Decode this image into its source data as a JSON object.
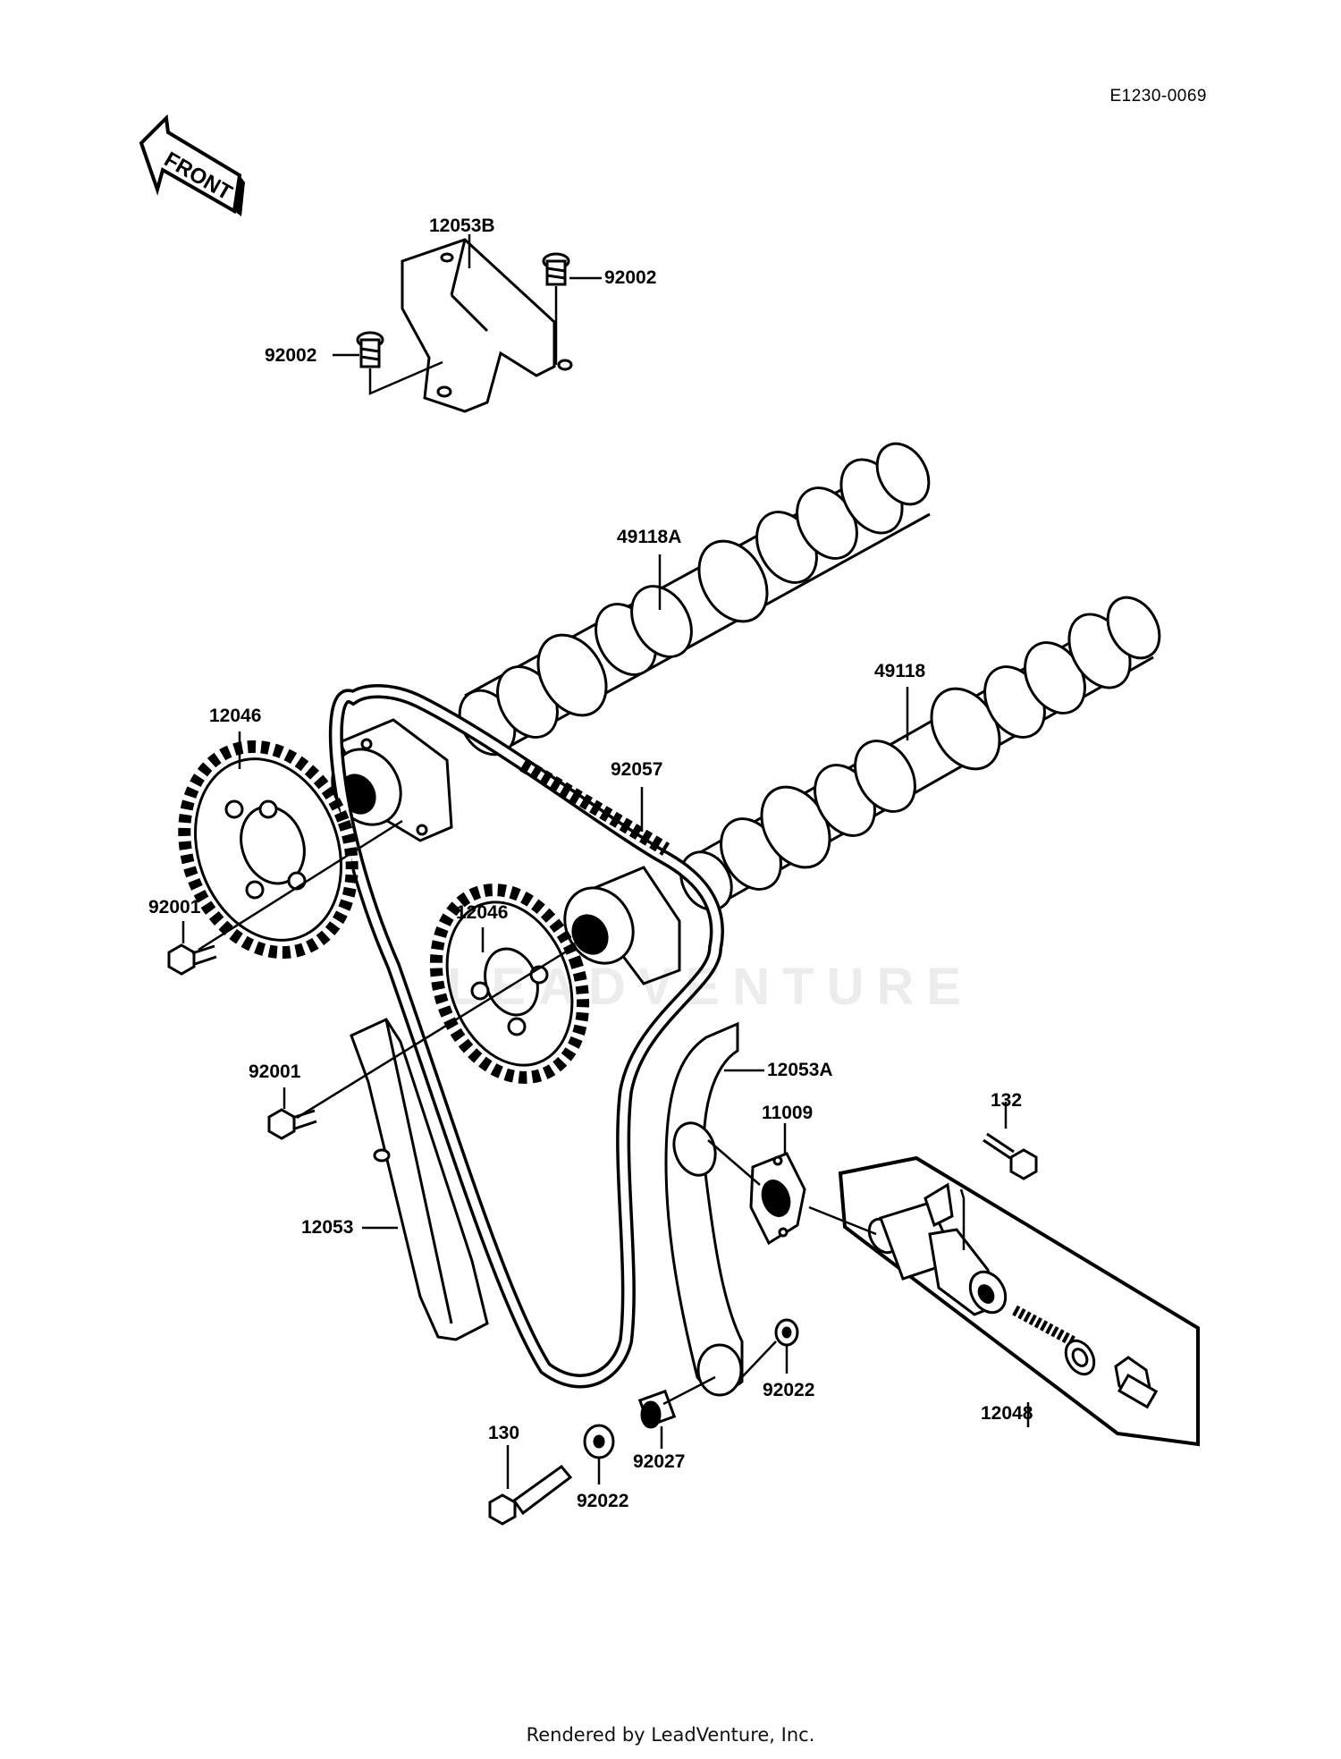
{
  "diagram_code": "E1230-0069",
  "front_label": "FRONT",
  "watermark": "LEADVENTURE",
  "footer": "Rendered by LeadVenture, Inc.",
  "callouts": {
    "p12053B": "12053B",
    "p92002a": "92002",
    "p92002b": "92002",
    "p49118A": "49118A",
    "p49118": "49118",
    "p12046a": "12046",
    "p12046b": "12046",
    "p92057": "92057",
    "p92001a": "92001",
    "p92001b": "92001",
    "p12053A": "12053A",
    "p11009": "11009",
    "p132": "132",
    "p12053": "12053",
    "p12048": "12048",
    "p92022a": "92022",
    "p92022b": "92022",
    "p92027": "92027",
    "p130": "130"
  }
}
